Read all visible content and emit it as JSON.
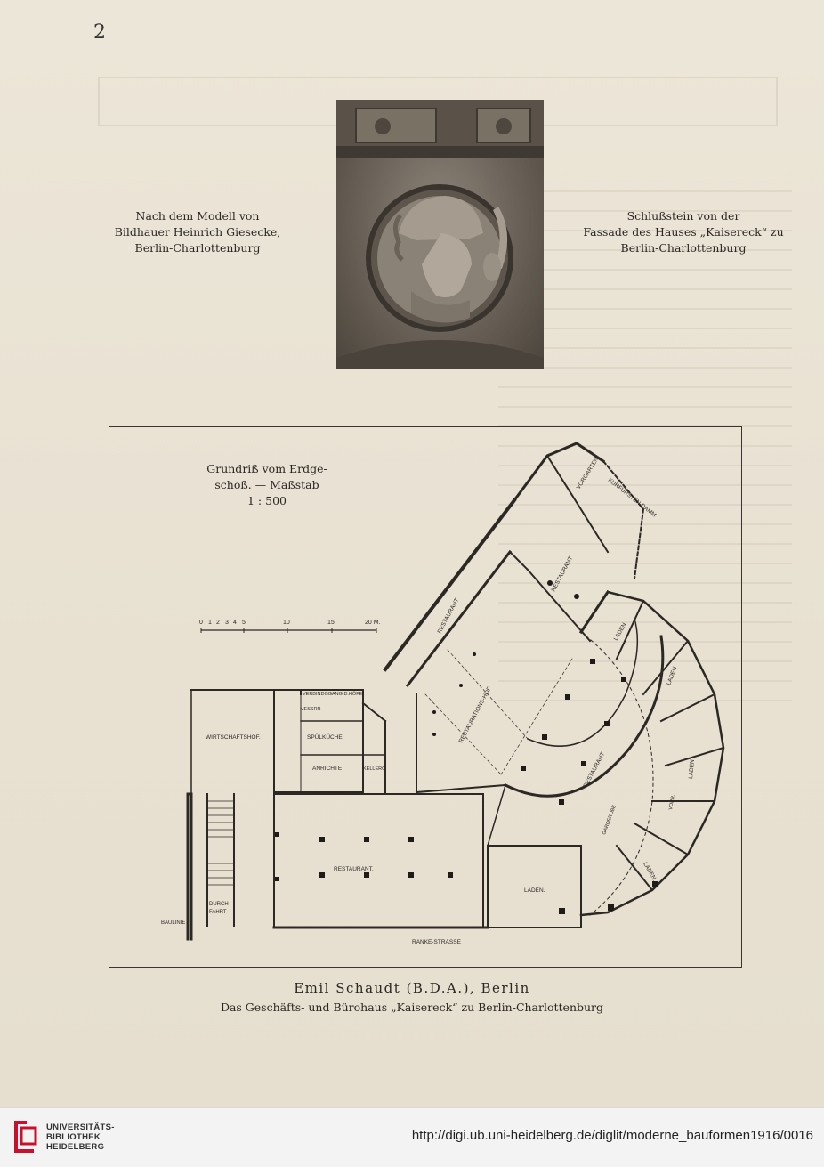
{
  "page_number": "2",
  "captions": {
    "left": [
      "Nach dem Modell von",
      "Bildhauer Heinrich Giesecke,",
      "Berlin-Charlottenburg"
    ],
    "right": [
      "Schlußstein von der",
      "Fassade des Hauses „Kaisereck“ zu",
      "Berlin-Charlottenburg"
    ]
  },
  "plan": {
    "title_lines": [
      "Grundriß vom Erdge-",
      "schoß. — Maßstab"
    ],
    "scale": "1 : 500",
    "scale_ticks": [
      "0",
      "1",
      "2",
      "3",
      "4",
      "5",
      "10",
      "15",
      "20 M."
    ],
    "labels": {
      "kurfuersten_damm": "KURFÜRSTEN-DAMM",
      "vorgarten": "VORGARTEN",
      "restaurant_upper": "RESTAURANT",
      "restaurant_left_diag": "RESTAURANT",
      "restaurations_hof": "RESTAURATIONS-HOF",
      "restaurant_curved": "RESTAURANT",
      "restaurant_main": "RESTAURANT.",
      "laden_1": "LADEN",
      "laden_2": "LADEN",
      "laden_3": "LADEN",
      "laden_4": "LADEN.",
      "laden_5": "LADEN.",
      "verbindungsgang": "VERBINDGGANG D.HÖFE",
      "wirtschaftshof": "WIRTSCHAFTSHOF.",
      "messer": "MESSRR",
      "spuelkueche": "SPÜLKÜCHE",
      "anrichte": "ANRICHTE",
      "keller": "KELLERG",
      "durchfahrt_1": "DURCH-",
      "durchfahrt_2": "FAHRT",
      "baulinie": "BAULINIE",
      "ranke_strasse": "RANKE-STRASSE",
      "garderobe": "GARDEROBE",
      "vorraum": "VORR."
    }
  },
  "credit": {
    "name": "Emil Schaudt (B.D.A.), Berlin",
    "description": "Das Geschäfts- und Bürohaus „Kaisereck“ zu Berlin-Charlottenburg"
  },
  "footer": {
    "logo_lines": [
      "UNIVERSITÄTS-",
      "BIBLIOTHEK",
      "HEIDELBERG"
    ],
    "url": "http://digi.ub.uni-heidelberg.de/diglit/moderne_bauformen1916/0016",
    "brand_color": "#c8102e"
  }
}
